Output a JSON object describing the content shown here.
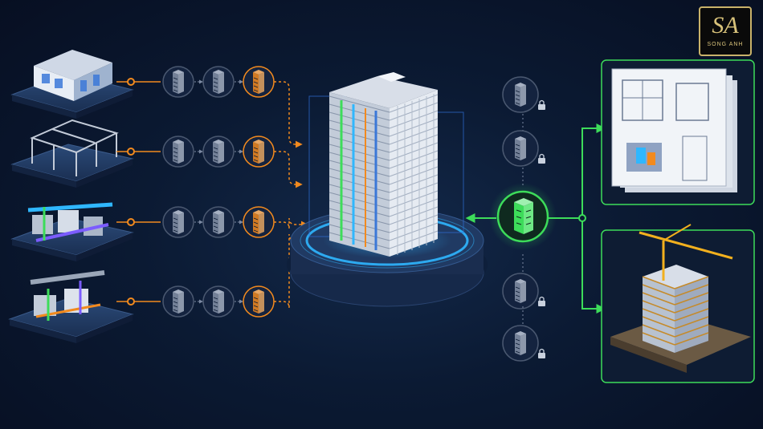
{
  "logo": {
    "mark": "SA",
    "wordmark": "SONG ANH"
  },
  "colors": {
    "background": "#0b1a33",
    "input_line": "#f28a1e",
    "output_line": "#3ddc5a",
    "neutral_line": "#7d8aa3",
    "accent_blue": "#2fb7ff"
  },
  "diagram": {
    "inputs": [
      {
        "icon": "architecture-model-icon"
      },
      {
        "icon": "structure-frame-icon"
      },
      {
        "icon": "mep-system-icon"
      },
      {
        "icon": "piping-system-icon"
      }
    ],
    "pipeline_steps_per_row": 3,
    "center": {
      "icon": "federated-bim-tower-icon"
    },
    "hub": {
      "icon": "approved-model-icon"
    },
    "locked_versions": 4,
    "outputs": [
      {
        "icon": "construction-drawings-icon"
      },
      {
        "icon": "construction-site-icon"
      }
    ]
  }
}
